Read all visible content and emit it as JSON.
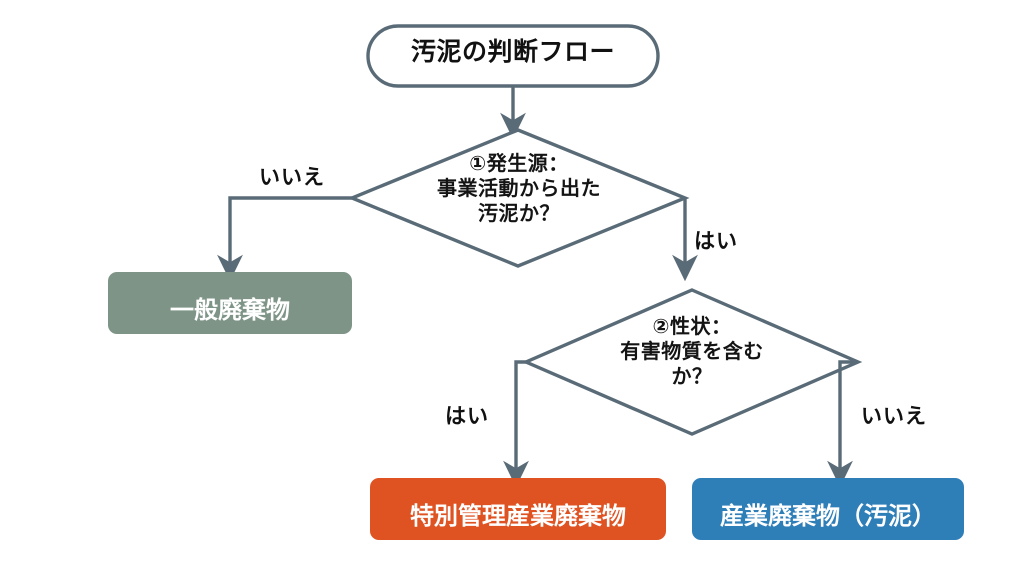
{
  "diagram": {
    "title_node": {
      "label": "汚泥の判断フロー",
      "shape": "rounded-rectangle"
    },
    "decisions": [
      {
        "id": "decision-1",
        "label": "①発生源：\n事業活動から出た\n汚泥か？",
        "shape": "diamond"
      },
      {
        "id": "decision-2",
        "label": "②性状：\n有害物質を含む\nか？",
        "shape": "diamond"
      }
    ],
    "results": [
      {
        "id": "result-general",
        "label": "一般廃棄物",
        "color": "#7E9487"
      },
      {
        "id": "result-special",
        "label": "特別管理産業廃棄物",
        "color": "#DF5323"
      },
      {
        "id": "result-industrial",
        "label": "産業廃棄物（汚泥）",
        "color": "#2E7EB8"
      }
    ],
    "edge_labels": {
      "d1_no": "いいえ",
      "d1_yes": "はい",
      "d2_yes": "はい",
      "d2_no": "いいえ"
    },
    "colors": {
      "stroke": "#5A6B78",
      "node_fill": "#FFFFFF",
      "text": "#141414",
      "background": "#FFFFFF"
    }
  }
}
